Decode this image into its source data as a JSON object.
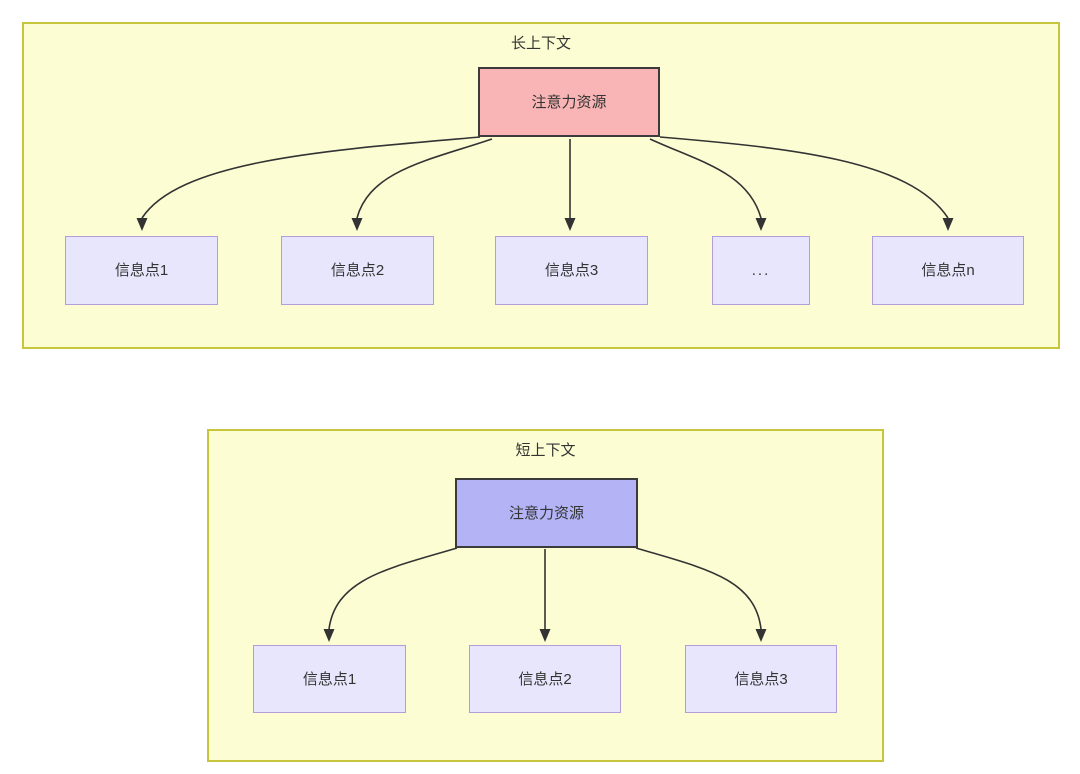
{
  "diagram": {
    "type": "tree-diagram",
    "panels": [
      {
        "id": "long-context",
        "title": "长上下文",
        "root": {
          "label": "注意力资源",
          "fill": "#f9b5b5",
          "stroke": "#3b3b3b"
        },
        "leaves": [
          {
            "label": "信息点1"
          },
          {
            "label": "信息点2"
          },
          {
            "label": "信息点3"
          },
          {
            "label": "..."
          },
          {
            "label": "信息点n"
          }
        ],
        "leaf_fill": "#e8e6fc",
        "leaf_stroke": "#b39ddb"
      },
      {
        "id": "short-context",
        "title": "短上下文",
        "root": {
          "label": "注意力资源",
          "fill": "#b3b3f5",
          "stroke": "#3b3b3b"
        },
        "leaves": [
          {
            "label": "信息点1"
          },
          {
            "label": "信息点2"
          },
          {
            "label": "信息点3"
          }
        ],
        "leaf_fill": "#e8e6fc",
        "leaf_stroke": "#b39ddb"
      }
    ],
    "colors": {
      "panel_background": "#fdfdd4",
      "panel_border": "#c6c63c",
      "edge": "#333333",
      "text": "#333333"
    }
  }
}
